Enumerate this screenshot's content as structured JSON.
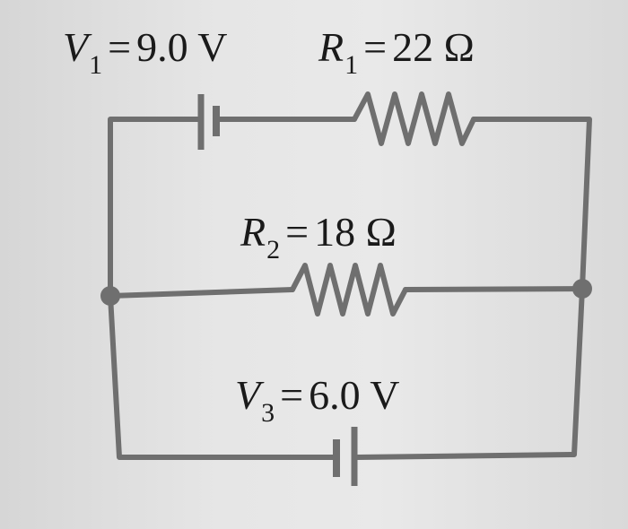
{
  "labels": {
    "v1": {
      "symbol": "V",
      "sub": "1",
      "eq": "=",
      "value": "9.0 V"
    },
    "r1": {
      "symbol": "R",
      "sub": "1",
      "eq": "=",
      "value": "22 Ω"
    },
    "r2": {
      "symbol": "R",
      "sub": "2",
      "eq": "=",
      "value": "18 Ω"
    },
    "v3": {
      "symbol": "V",
      "sub": "3",
      "eq": "=",
      "value": "6.0 V"
    }
  },
  "colors": {
    "wire": "#6f6f6f",
    "text": "#1a1a1a"
  }
}
